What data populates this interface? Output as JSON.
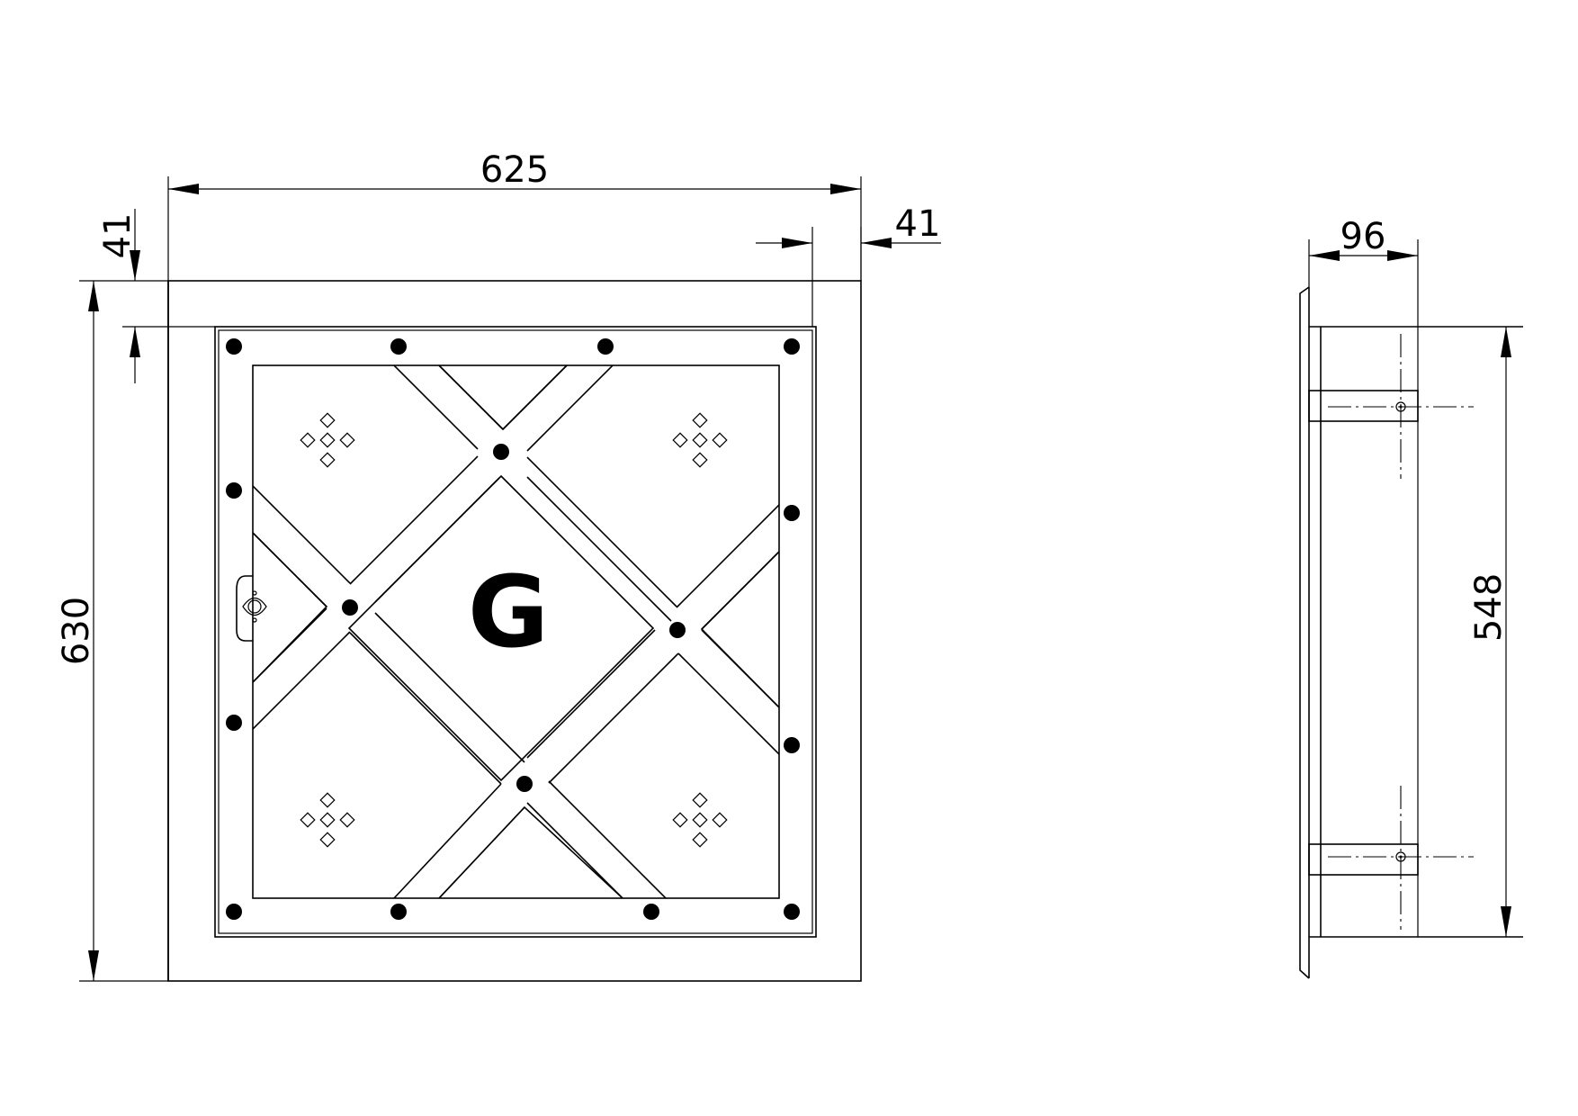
{
  "front_view": {
    "width_label": "625",
    "height_label": "630",
    "top_offset_label": "41",
    "right_offset_label": "41",
    "cover_marking": "G"
  },
  "side_view": {
    "depth_label": "96",
    "height_label": "548"
  }
}
